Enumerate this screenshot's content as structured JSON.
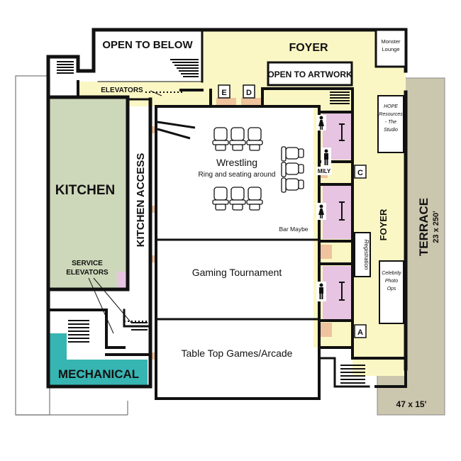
{
  "rooms": {
    "open_to_below": "OPEN TO BELOW",
    "foyer_top": "FOYER",
    "monster_lounge": "Monster Lounge",
    "open_to_artwork": "OPEN TO ARTWORK",
    "elevators": "ELEVATORS",
    "kitchen": "KITCHEN",
    "kitchen_access": "KITCHEN ACCESS",
    "service_elevators": "SERVICE ELEVATORS",
    "mechanical": "MECHANICAL",
    "wrestling": "Wrestling",
    "wrestling_sub": "Ring and seating around",
    "bar": "Bar Maybe",
    "gaming": "Gaming Tournament",
    "tabletop": "Table Top Games/Arcade",
    "hope": "HOPE Resources - The Studio",
    "family": "MILY",
    "registration": "Registration",
    "foyer_side": "FOYER",
    "celebrity": "Celebrity Photo Ops",
    "terrace": "TERRACE",
    "terrace_size": "23 x 250'",
    "bottom_size": "47 x 15'"
  },
  "doors": {
    "e": "E",
    "d": "D",
    "c": "C",
    "a": "A"
  },
  "colors": {
    "foyer": "#fbf7c4",
    "kitchen": "#cdd8ba",
    "mechanical": "#36b5b3",
    "restroom": "#e6c4e2",
    "terrace": "#cbc6ae",
    "door": "#efc39d",
    "wall": "#111111"
  },
  "icons": [
    "stairs-icon",
    "woman-restroom-icon",
    "man-restroom-icon",
    "chair-icon"
  ]
}
